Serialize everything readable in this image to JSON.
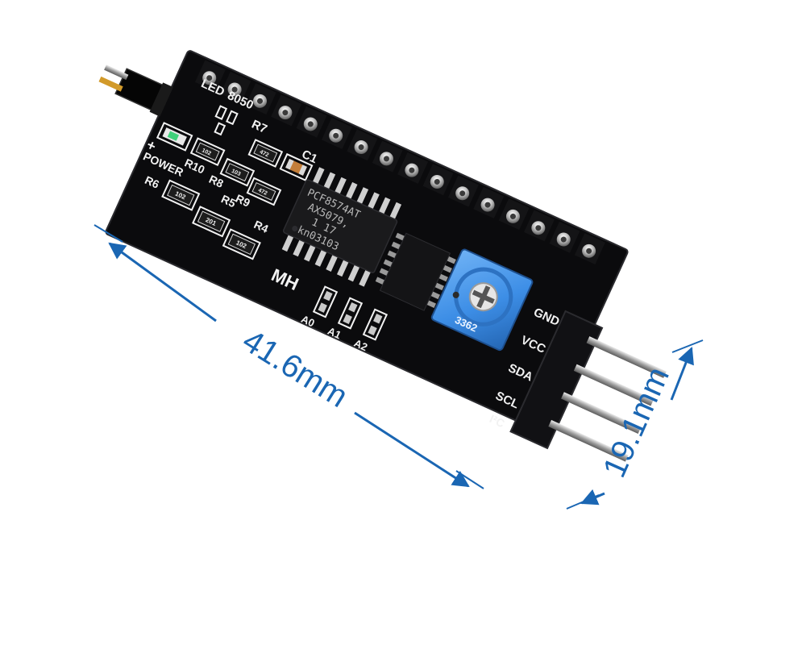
{
  "board": {
    "top_labels": {
      "led": "LED",
      "transistor": "8050",
      "r7": "R7",
      "c1": "C1"
    },
    "left_labels": {
      "plus": "+",
      "power": "POWER",
      "r10": "R10",
      "r8": "R8",
      "r6": "R6",
      "r9": "R9",
      "r5": "R5",
      "r4": "R4"
    },
    "resistor_codes": {
      "r7": "472",
      "r10": "102",
      "r8": "103",
      "r9": "472",
      "r6": "102",
      "r5": "201",
      "r4": "102"
    },
    "chip_text": {
      "line1": "PCF8574AT",
      "line2": "AX5079,",
      "line3": "1   17",
      "line4": "kn03103"
    },
    "potentiometer_code": "3362",
    "logo": "MH",
    "address_labels": [
      "A0",
      "A1",
      "A2"
    ],
    "pin_labels": [
      "GND",
      "VCC",
      "SDA",
      "SCL"
    ],
    "i2c_label": "I²C"
  },
  "dimensions": {
    "length": "41.6mm",
    "width": "19.1mm",
    "color": "#1a66b3"
  },
  "colors": {
    "pcb": "#0b0b0d",
    "silkscreen": "#f2f2f2",
    "potentiometer": "#3d8ee6",
    "led": "#3fd17a",
    "pads": "#c9c9c9"
  }
}
